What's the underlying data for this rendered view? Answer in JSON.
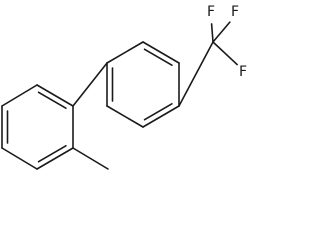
{
  "molecule": {
    "atoms": [
      {
        "id": "c1",
        "element": "C"
      },
      {
        "id": "c2",
        "element": "C"
      },
      {
        "id": "c3",
        "element": "C"
      },
      {
        "id": "c4",
        "element": "C"
      },
      {
        "id": "c5",
        "element": "C"
      },
      {
        "id": "c6",
        "element": "C"
      },
      {
        "id": "cf3",
        "element": "C"
      },
      {
        "id": "f1",
        "element": "F",
        "label": "F"
      },
      {
        "id": "f2",
        "element": "F",
        "label": "F"
      },
      {
        "id": "f3",
        "element": "F",
        "label": "F"
      },
      {
        "id": "c7",
        "element": "C"
      },
      {
        "id": "c8",
        "element": "C"
      },
      {
        "id": "c9",
        "element": "C"
      },
      {
        "id": "c10",
        "element": "C"
      },
      {
        "id": "c11",
        "element": "C"
      },
      {
        "id": "c12",
        "element": "C"
      },
      {
        "id": "ch3",
        "element": "C"
      }
    ],
    "bonds": [
      {
        "from": "c1",
        "to": "c2",
        "order": 2
      },
      {
        "from": "c2",
        "to": "c3",
        "order": 1
      },
      {
        "from": "c3",
        "to": "c4",
        "order": 2
      },
      {
        "from": "c4",
        "to": "c5",
        "order": 1
      },
      {
        "from": "c5",
        "to": "c6",
        "order": 2
      },
      {
        "from": "c6",
        "to": "c1",
        "order": 1
      },
      {
        "from": "c3",
        "to": "cf3",
        "order": 1
      },
      {
        "from": "cf3",
        "to": "f1",
        "order": 1
      },
      {
        "from": "cf3",
        "to": "f2",
        "order": 1
      },
      {
        "from": "cf3",
        "to": "f3",
        "order": 1
      },
      {
        "from": "c6",
        "to": "c7",
        "order": 1
      },
      {
        "from": "c7",
        "to": "c8",
        "order": 2
      },
      {
        "from": "c8",
        "to": "c9",
        "order": 1
      },
      {
        "from": "c9",
        "to": "c10",
        "order": 2
      },
      {
        "from": "c10",
        "to": "c11",
        "order": 1
      },
      {
        "from": "c11",
        "to": "c12",
        "order": 2
      },
      {
        "from": "c12",
        "to": "c7",
        "order": 1
      },
      {
        "from": "c12",
        "to": "ch3",
        "order": 1
      }
    ]
  }
}
